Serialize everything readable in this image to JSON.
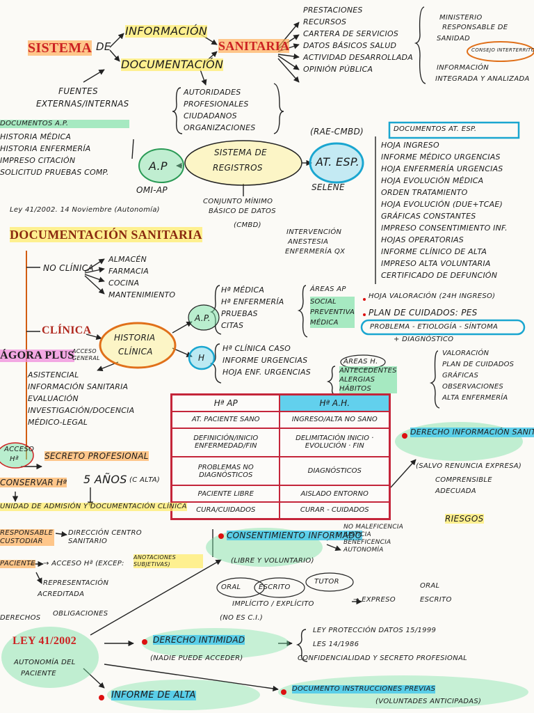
{
  "header": {
    "sistema": "Sistema",
    "de": "de",
    "informacion": "Información",
    "documentacion": "Documentación",
    "sanitaria": "Sanitaria",
    "fuentes": "Fuentes",
    "externas_internas": "externas/internas"
  },
  "outputs": [
    "Prestaciones",
    "Recursos",
    "Cartera de servicios",
    "Datos básicos salud",
    "Actividad desarrollada",
    "Opinión pública"
  ],
  "ministerio": [
    "Ministerio",
    "responsable de",
    "sanidad"
  ],
  "consejo": "Consejo Interterritorial",
  "info_integrada": [
    "Información",
    "integrada y analizada"
  ],
  "actores": [
    "Autoridades",
    "Profesionales",
    "Ciudadanos",
    "Organizaciones"
  ],
  "doc_ap": {
    "header": "Documentos A.P.",
    "items": [
      "Historia médica",
      "Historia enfermería",
      "Impreso citación",
      "Solicitud pruebas comp."
    ]
  },
  "nodes": {
    "ap": "A.P",
    "omi_ap": "OMI-AP",
    "sistema_registros": [
      "Sistema de",
      "Registros"
    ],
    "at_esp": "At. Esp.",
    "rae_cmbd": "(RAE-CMBD)",
    "selene": "SELENE"
  },
  "cmbd": [
    "Conjunto mínimo",
    "básico de datos",
    "(CMBD)"
  ],
  "doc_at_esp": {
    "header": "Documentos At. Esp.",
    "items": [
      "Hoja ingreso",
      "Informe médico urgencias",
      "Hoja enfermería urgencias",
      "Hoja evolución médica",
      "Orden tratamiento",
      "Hoja evolución (DUE+TCAE)",
      "Gráficas constantes",
      "Impreso consentimiento inf.",
      "Hojas operatorias",
      "Informe clínico de alta",
      "Impreso alta voluntaria",
      "Certificado de defunción"
    ]
  },
  "quirofano": [
    "Intervención",
    "Anestesia",
    "Enfermería Qx"
  ],
  "ley_note": "Ley 41/2002. 14 Noviembre (Autonomía)",
  "doc_sanitaria": {
    "title": "Documentación Sanitaria",
    "no_clinica": "No clínica",
    "no_clinica_items": [
      "Almacén",
      "Farmacia",
      "Cocina",
      "Mantenimiento"
    ],
    "clinica": "Clínica",
    "historia_clinica": [
      "Historia",
      "Clínica"
    ],
    "agora": "Ágora Plus",
    "acceso_general": [
      "Acceso",
      "general"
    ],
    "funciones": [
      "Asistencial",
      "Información sanitaria",
      "Evaluación",
      "Investigación/docencia",
      "Médico-legal"
    ]
  },
  "hc_ap": {
    "node": "A.P.",
    "items": [
      "Hª médica",
      "Hª enfermería",
      "Pruebas",
      "Citas"
    ],
    "areas_label": "Áreas AP",
    "areas": [
      "Social",
      "Preventiva",
      "Médica"
    ]
  },
  "hc_h": {
    "node": "H",
    "items": [
      "Hª clínica caso",
      "Informe urgencias",
      "Hoja enf. urgencias"
    ],
    "areas_label": "Áreas H.",
    "areas": [
      "Antecedentes",
      "Alergias",
      "Hábitos"
    ]
  },
  "valoracion": {
    "hoja": "Hoja valoración (24h ingreso)",
    "plan": "Plan de cuidados: PES",
    "problema": "Problema - etiología - síntoma",
    "diagnostico": "+ Diagnóstico"
  },
  "enfermeria_items": [
    "Valoración",
    "Plan de cuidados",
    "Gráficas",
    "Observaciones",
    "Alta enfermería"
  ],
  "table": {
    "headers": [
      "Hª AP",
      "Hª A.H."
    ],
    "rows": [
      [
        "At. paciente sano",
        "Ingreso/alta no sano"
      ],
      [
        "Definición/inicio enfermedad/fin",
        "Delimitación inicio · evolución · fin"
      ],
      [
        "Problemas no diagnósticos",
        "Diagnósticos"
      ],
      [
        "Paciente libre",
        "Aislado entorno"
      ],
      [
        "Cura/cuidados",
        "Curar - cuidados"
      ]
    ]
  },
  "acceso_hc": [
    "Acceso",
    "Hª"
  ],
  "secreto": "Secreto profesional",
  "conservar": "Conservar Hª",
  "cinco_anos": "5 años",
  "calta": "(c alta)",
  "unidad": "Unidad de admisión y documentación clínica",
  "responsable": "Responsable custodiar",
  "direccion": "Dirección centro sanitario",
  "paciente": "Paciente",
  "acceso_hc2": "→ Acceso Hª (excep:",
  "anotaciones": "anotaciones subjetivas)",
  "representacion": [
    "Representación",
    "acreditada"
  ],
  "derecho_info": {
    "title": "Derecho información sanitaria",
    "salvo": "(salvo renuncia expresa)",
    "items": [
      "Comprensible",
      "Adecuada"
    ],
    "riesgos": "Riesgos"
  },
  "consentimiento": {
    "title": "Consentimiento informado",
    "libre": "(libre y voluntario)",
    "formas": [
      "Oral",
      "Escrito",
      "Tutor"
    ],
    "implicito": "Implícito / Explícito",
    "expreso": "→ Expreso",
    "oral_escrito": [
      "Oral",
      "Escrito"
    ],
    "no_ci": "(no es C.I.)",
    "principios": [
      "No maleficencia",
      "Justicia",
      "Beneficencia",
      "Autonomía"
    ]
  },
  "ley_bottom": {
    "derechos": "Derechos",
    "obligaciones": "Obligaciones",
    "ley": "Ley 41/2002",
    "autonomia": [
      "Autonomía del",
      "paciente"
    ],
    "intimidad": "Derecho intimidad",
    "nadie": "(nadie puede acceder)",
    "leyes": [
      "Ley Protección datos 15/1999",
      "LES 14/1986"
    ],
    "confidencialidad": "Confidencialidad y secreto profesional",
    "informe_alta": "Informe de alta",
    "instrucciones": "Documento instrucciones previas",
    "voluntades": "(voluntades anticipadas)"
  },
  "colors": {
    "ink": "#1b1b1b",
    "red": "#c22222",
    "orange": "#d25d12",
    "yellow_hl": "#ffec6e",
    "blue_hl": "#46c8eb",
    "green_hl": "#78e1a5",
    "pink_hl": "#f08cdc"
  }
}
